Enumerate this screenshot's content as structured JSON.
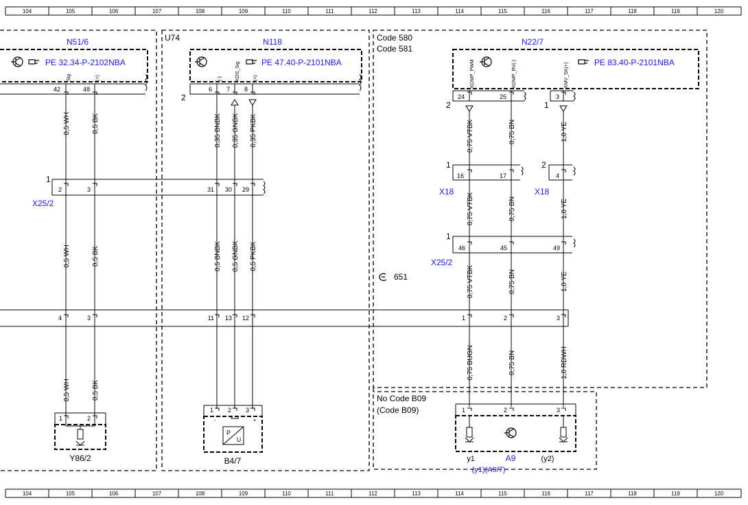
{
  "colors": {
    "ink": "#000000",
    "link": "#1a1aff",
    "background": "#ffffff"
  },
  "grid_columns": [
    "104",
    "105",
    "106",
    "107",
    "108",
    "109",
    "110",
    "111",
    "112",
    "113",
    "114",
    "115",
    "116",
    "117",
    "118",
    "119",
    "120"
  ],
  "groups": {
    "u74": "U74",
    "code_a": "Code 580",
    "code_b": "Code 581",
    "no_code": "No  Code B09",
    "code_paren": "(Code B09)"
  },
  "components": {
    "n51_6": {
      "name": "N51/6",
      "ref": "PE 32.34-P-2102NBA",
      "pins": [
        "42",
        "48"
      ],
      "pin_signals": [
        "Sig",
        "(+)"
      ]
    },
    "n118": {
      "name": "N118",
      "ref": "PE 47.40-P-2101NBA",
      "pins": [
        "6",
        "7",
        "8"
      ],
      "pin_signals": [
        "(-)",
        "KDS_Sig",
        "(+)"
      ],
      "side_num": "2"
    },
    "n22_7": {
      "name": "N22/7",
      "ref": "PE 83.40-P-2101NBA",
      "pins": [
        "24",
        "25",
        "3"
      ],
      "pin_signals": [
        "KOMP_PWM",
        "KOMP_RV(-)",
        "KMV_SK(+)"
      ],
      "side_num_a": "2",
      "side_num_b": "1"
    },
    "y86_2": {
      "name": "Y86/2",
      "pins": [
        "1",
        "2"
      ]
    },
    "b4_7": {
      "name": "B4/7",
      "pins": [
        "1",
        "2",
        "3"
      ],
      "pin_signs": [
        "-",
        "",
        "+"
      ]
    },
    "a9": {
      "name": "A9",
      "pins": [
        "1",
        "2",
        "3"
      ],
      "y1": "y1",
      "y2": "(y2)",
      "sub": "(y1)(A9/7)"
    }
  },
  "connectors": {
    "x25_2_top": {
      "name": "X25/2",
      "num": "1",
      "pins": [
        "2",
        "3",
        "31",
        "30",
        "29"
      ]
    },
    "x18_a": {
      "name": "X18",
      "num": "1",
      "pins": [
        "16",
        "17"
      ]
    },
    "x18_b": {
      "name": "X18",
      "num": "2",
      "pins": [
        "4"
      ]
    },
    "x25_2_mid": {
      "name": "X25/2",
      "num": "1",
      "pins": [
        "46",
        "45",
        "49"
      ]
    },
    "bus": {
      "pins": [
        "4",
        "3",
        "11",
        "13",
        "12",
        "1",
        "2",
        "3"
      ]
    }
  },
  "wires": {
    "w1": [
      "0,5 WH",
      "0,5 WH",
      "0,5 WH"
    ],
    "w2": [
      "0,5 BK",
      "0,5 BK",
      "0,5 BK"
    ],
    "w3": [
      "0,35 BNBK",
      "0,5 BNBK"
    ],
    "w4": [
      "0,35 GNBK",
      "0,5 GNBK"
    ],
    "w5": [
      "0,35 PKBK",
      "0,5 PKBK"
    ],
    "w6": [
      "0,75 VTBK",
      "0,75 VTBK",
      "0,75 VTBK",
      "0,75 BUGN"
    ],
    "w7": [
      "0,75 BN",
      "0,75 BN",
      "0,75 BN",
      "0,75 BN"
    ],
    "w8": [
      "1,0 YE",
      "1,0 YE",
      "1,0 YE",
      "1,0 RDWH"
    ]
  },
  "harness_ref": "651"
}
